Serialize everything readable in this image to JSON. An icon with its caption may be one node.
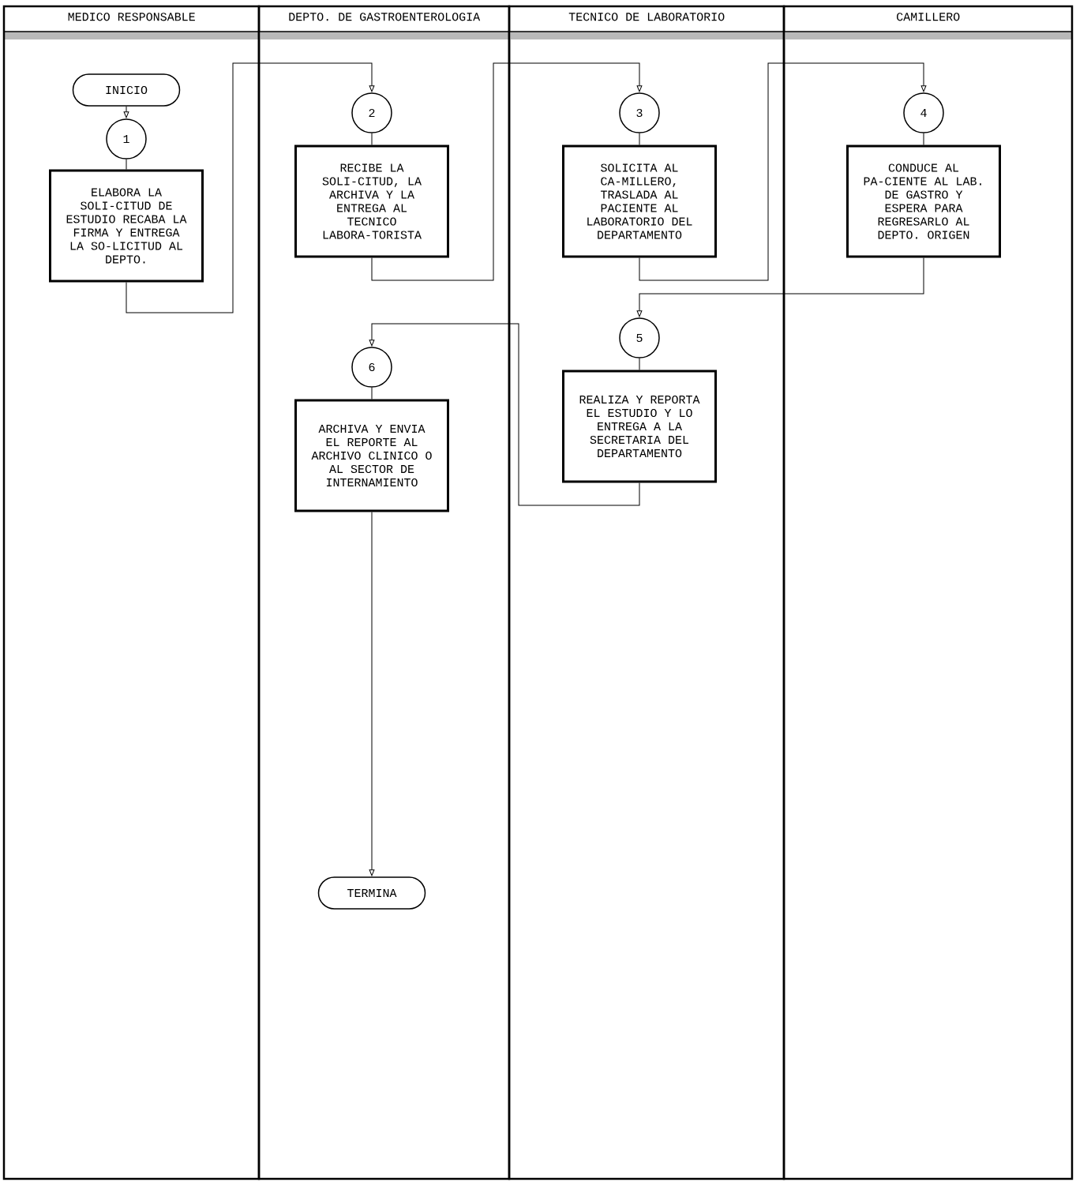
{
  "diagram": {
    "nodes": [
      {
        "text": [
          "MEDICO RESPONSABLE"
        ]
      },
      {
        "text": [
          "DEPTO. DE GASTROENTEROLOGIA"
        ]
      },
      {
        "text": [
          "TECNICO DE LABORATORIO"
        ]
      },
      {
        "text": [
          "CAMILLERO"
        ]
      },
      {
        "text": [
          "INICIO"
        ],
        "in": 0
      },
      {
        "text": [
          "1"
        ],
        "in": 0
      },
      {
        "text": [
          "ELABORA LA SOLI-CITUD DE ESTUDIO RECABA LA FIRMA Y ENTREGA LA SO-LICITUD AL DEPTO."
        ],
        "in": 0
      },
      {
        "text": [
          "2"
        ],
        "in": 1
      },
      {
        "text": [
          "RECIBE LA SOLI-CITUD, LA ARCHIVA Y LA ENTREGA AL TECNICO LABORA-TORISTA"
        ],
        "in": 1
      },
      {
        "text": [
          "3"
        ],
        "in": 2
      },
      {
        "text": [
          "SOLICITA AL CA-MILLERO, TRASLADA AL PACIENTE AL LABORATORIO DEL DEPARTAMENTO"
        ],
        "in": 2
      },
      {
        "text": [
          "4"
        ],
        "in": 3
      },
      {
        "text": [
          "CONDUCE AL PA-CIENTE AL LAB. DE GASTRO Y ESPERA PARA REGRESARLO AL DEPTO. ORIGEN"
        ],
        "in": 3
      },
      {
        "text": [
          "5"
        ],
        "in": 2
      },
      {
        "text": [
          "REALIZA Y REPORTA EL ESTUDIO Y LO ENTREGA A LA SECRETARIA DEL DEPARTAMENTO"
        ],
        "in": 2
      },
      {
        "text": [
          "6"
        ],
        "in": 1
      },
      {
        "text": [
          "ARCHIVA Y ENVIA EL REPORTE AL ARCHIVO CLINICO O AL SECTOR DE INTERNAMIENTO"
        ],
        "in": 1
      },
      {
        "text": [
          "TERMINA"
        ],
        "in": 1
      }
    ],
    "edges": [
      {
        "from": 4,
        "to": 5,
        "arrow": "to"
      },
      {
        "from": 5,
        "to": 6,
        "arrow": "none"
      },
      {
        "from": 6,
        "to": 7,
        "arrow": "to"
      },
      {
        "from": 7,
        "to": 8,
        "arrow": "none"
      },
      {
        "from": 8,
        "to": 9,
        "arrow": "to"
      },
      {
        "from": 9,
        "to": 10,
        "arrow": "none"
      },
      {
        "from": 10,
        "to": 11,
        "arrow": "to"
      },
      {
        "from": 11,
        "to": 12,
        "arrow": "none"
      },
      {
        "from": 12,
        "to": 13,
        "arrow": "to"
      },
      {
        "from": 13,
        "to": 14,
        "arrow": "none"
      },
      {
        "from": 14,
        "to": 15,
        "arrow": "to"
      },
      {
        "from": 15,
        "to": 16,
        "arrow": "none"
      },
      {
        "from": 16,
        "to": 17,
        "arrow": "to"
      }
    ]
  }
}
